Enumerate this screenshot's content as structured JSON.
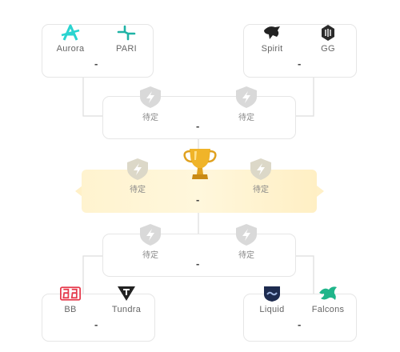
{
  "bracket": {
    "top_left": {
      "team1": {
        "name": "Aurora",
        "logo": "aurora-logo"
      },
      "team2": {
        "name": "PARI",
        "logo": "pari-logo"
      },
      "score": "-"
    },
    "top_right": {
      "team1": {
        "name": "Spirit",
        "logo": "spirit-logo"
      },
      "team2": {
        "name": "GG",
        "logo": "gg-logo"
      },
      "score": "-"
    },
    "upper_semi": {
      "slot1": "待定",
      "slot2": "待定",
      "score": "-"
    },
    "final": {
      "slot1": "待定",
      "slot2": "待定",
      "score": "-",
      "icon": "trophy-icon"
    },
    "lower_semi": {
      "slot1": "待定",
      "slot2": "待定",
      "score": "-"
    },
    "bottom_left": {
      "team1": {
        "name": "BB",
        "logo": "bb-logo"
      },
      "team2": {
        "name": "Tundra",
        "logo": "tundra-logo"
      },
      "score": "-"
    },
    "bottom_right": {
      "team1": {
        "name": "Liquid",
        "logo": "liquid-logo"
      },
      "team2": {
        "name": "Falcons",
        "logo": "falcons-logo"
      },
      "score": "-"
    }
  },
  "colors": {
    "aurora": "#2ad4d0",
    "pari": "#1fb3a6",
    "spirit": "#222222",
    "gg": "#2b2b2b",
    "bb": "#e6394b",
    "tundra": "#222222",
    "liquid": "#1d2b4f",
    "falcons": "#1fb58a",
    "shield": "#d9d9d9",
    "final_bg": "#fff3cf",
    "trophy": "#f0b429",
    "line": "#dddddd"
  }
}
